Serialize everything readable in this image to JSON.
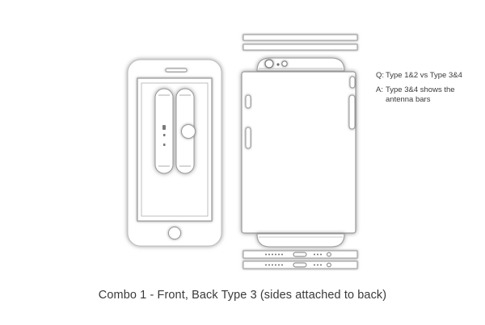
{
  "question_prefix": "Q:",
  "question": "Type 1&2 vs Type 3&4",
  "answer_prefix": "A:",
  "answer_line1": "Type 3&4 shows the",
  "answer_line2": "antenna bars",
  "caption": "Combo 1 - Front, Back Type 3 (sides attached to back)",
  "colors": {
    "outline": "#9a9a9a",
    "shadow": "#8c8c8c",
    "text": "#3a3a3a",
    "fill": "#ffffff",
    "dark_detail": "#6f6f6f"
  }
}
